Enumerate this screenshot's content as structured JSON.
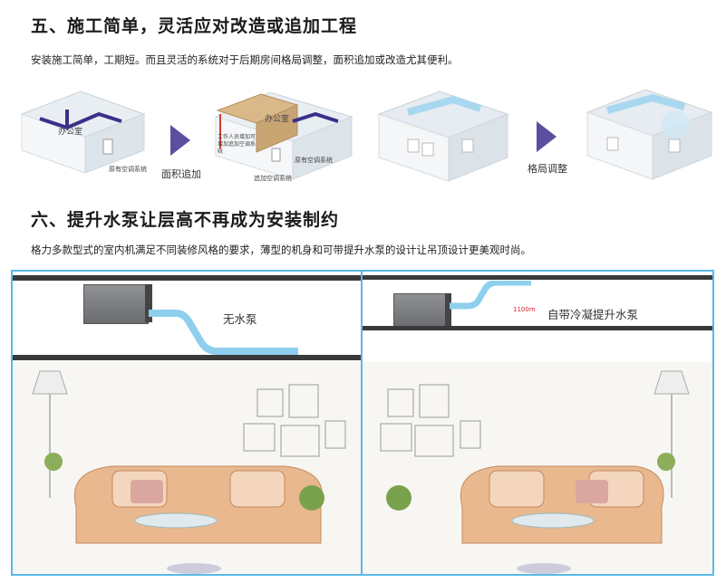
{
  "section5": {
    "title": "五、施工简单，灵活应对改造或追加工程",
    "desc": "安装施工简单，工期短。而且灵活的系统对于后期房间格局调整，面积追加或改造尤其便利。",
    "diagrams": {
      "office_label_1": "办公室",
      "office_label_2": "办公室",
      "system_label_1": "原有空调系统",
      "system_label_2": "原有空调系统",
      "added_system_label": "追加空调系统",
      "note_label": "工作人员增加可增加追加空调系统",
      "arrow1_caption": "面积追加",
      "arrow2_caption": "格局调整"
    }
  },
  "section6": {
    "title": "六、提升水泵让层高不再成为安装制约",
    "desc": "格力多款型式的室内机满足不同装修风格的要求，薄型的机身和可带提升水泵的设计让吊顶设计更美观时尚。",
    "left_label": "无水泵",
    "right_label": "自带冷凝提升水泵",
    "height_label": "1100m"
  },
  "colors": {
    "accent_blue": "#5bb8e6",
    "arrow_purple": "#5b4fa0",
    "pipe_blue": "#8ecfee"
  }
}
